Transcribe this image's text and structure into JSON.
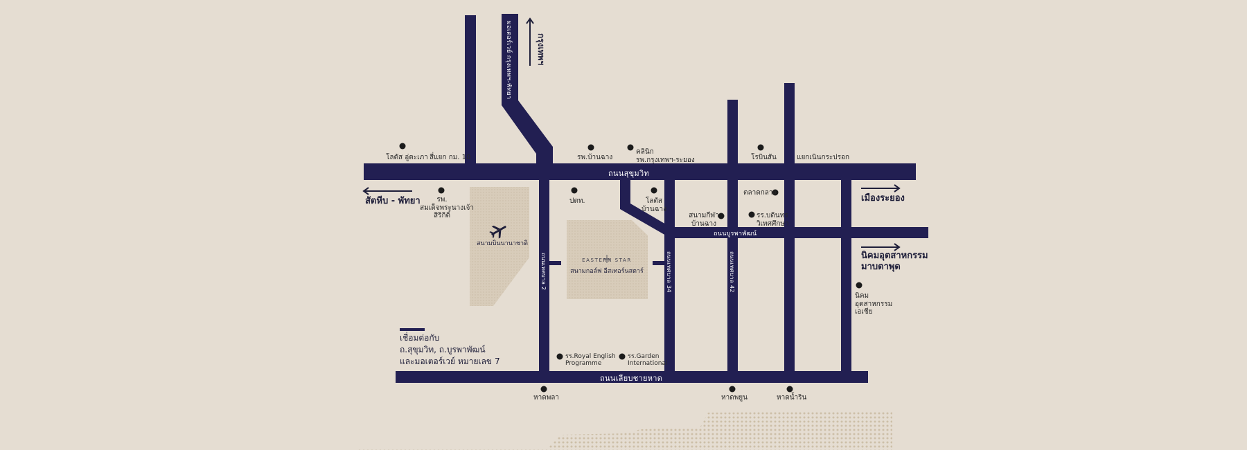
{
  "map": {
    "colors": {
      "background": "#e5ddd2",
      "road": "#221f52",
      "marker": "#1b1b1b",
      "area_fill": "#d9ccb9"
    },
    "roads": {
      "sukhumvit": "ถนนสุขุมวิท",
      "burapha": "ถนนบูรพาพัฒน์",
      "beach": "ถนนเลียบชายหาด",
      "soi2": "ถนนเทศบาล 2",
      "soi34": "ถนนเทศบาล 34",
      "soi42": "ถนนเทศบาล 42",
      "motorway": "มอเตอร์เวย์ กรุงเทพฯ-พัทยา"
    },
    "directions": {
      "bangkok": "กรุงเทพฯ",
      "sattahip": "สัตหีบ - พัทยา",
      "rayong": "เมืองระยอง",
      "maptaphut_line1": "นิคมอุตสาหกรรม",
      "maptaphut_line2": "มาบตาพุด"
    },
    "landmarks": {
      "lotus_uthapao": "โลตัส อู่ตะเภา",
      "km10_junction": "สี่แยก กม. 10",
      "banchang_hospital": "รพ.บ้านฉาง",
      "clinic_line1": "คลินิก",
      "clinic_line2": "รพ.กรุงเทพฯ-ระยอง",
      "robinson": "โรบินสัน",
      "pakrapong_junction": "แยกเนินกระปรอก",
      "hospital_line1": "รพ.",
      "hospital_line2": "สมเด็จพระนางเจ้า",
      "hospital_line3": "สิริกิติ์",
      "ptt": "ปตท.",
      "lotus_banchang_line1": "โลตัส",
      "lotus_banchang_line2": "บ้านฉาง",
      "market": "ตลาดกลาง",
      "stadium_line1": "สนามกีฬา",
      "stadium_line2": "บ้านฉาง",
      "school_borisut_line1": "รร.บดินทร",
      "school_borisut_line2": "วิเทศศึกษา",
      "estate_asia_line1": "นิคม",
      "estate_asia_line2": "อุตสาหกรรม",
      "estate_asia_line3": "เอเชีย",
      "royal_english_line1": "รร.Royal English",
      "royal_english_line2": "Programme",
      "garden_line1": "รร.Garden",
      "garden_line2": "International",
      "beach_phla": "หาดพลา",
      "beach_phayun": "หาดพยูน",
      "beach_namrin": "หาดน้ำริน"
    },
    "airport": {
      "name": "สนามบินนานาชาติ"
    },
    "golf": {
      "brand": "EASTERN STAR",
      "name": "สนามกอล์ฟ อีสเทอร์นสตาร์"
    },
    "legend": {
      "line1": "เชื่อมต่อกับ",
      "line2": "ถ.สุขุมวิท, ถ.บูรพาพัฒน์",
      "line3": "และมอเตอร์เวย์ หมายเลข 7"
    }
  }
}
